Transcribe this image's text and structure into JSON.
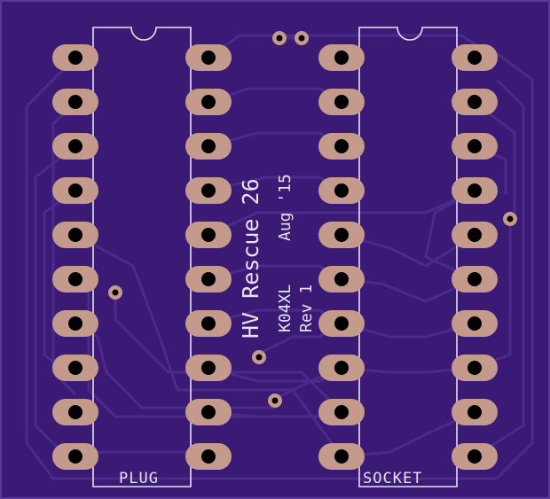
{
  "labels": {
    "title": "HV Rescue 26",
    "date": "Aug '15",
    "callsign": "K04XL",
    "revision": "Rev 1",
    "plug": "PLUG",
    "socket": "SOCKET"
  },
  "colors": {
    "board": "#3a1a75",
    "trace": "#4c2a8c",
    "pad": "#c49a8c",
    "hole": "#000000",
    "silkscreen": "#e6e2f0"
  },
  "components": {
    "plug_pins_per_side": 10,
    "socket_pins_per_side": 10
  }
}
